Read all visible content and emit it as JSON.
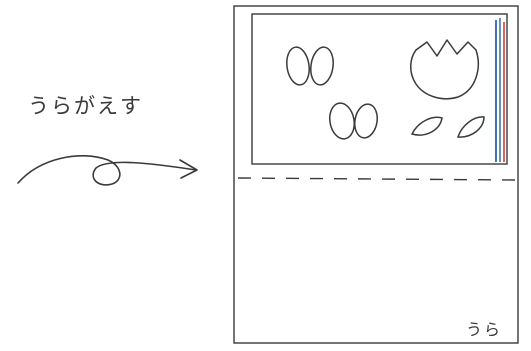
{
  "instruction": {
    "text": "うらがえす"
  },
  "sheet": {
    "back_label": "うら"
  },
  "colors": {
    "pencil": "#3a3a3a",
    "stripe_blue": "#4a6fb5",
    "stripe_red": "#d9534f",
    "paper": "#ffffff"
  },
  "icons": [
    "curved-arrow-icon",
    "butterfly-icon",
    "tulip-icon",
    "leaf-icon",
    "dashed-fold-line"
  ]
}
